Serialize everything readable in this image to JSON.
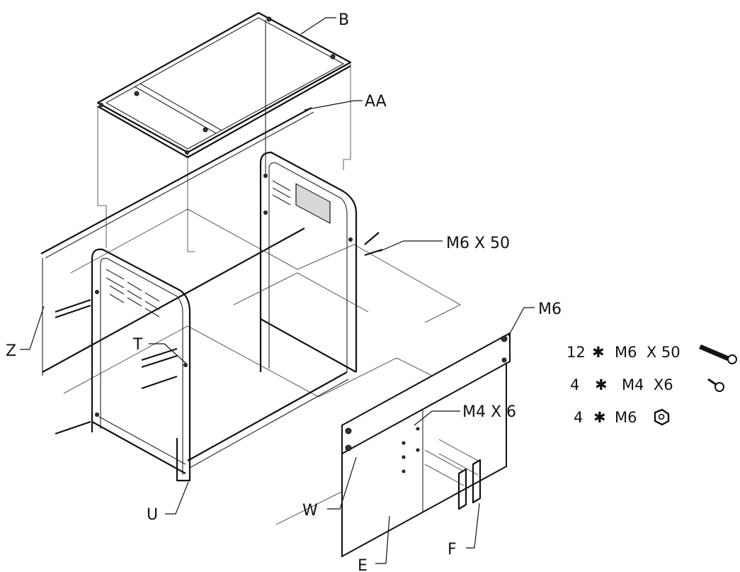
{
  "callouts": {
    "b": "B",
    "aa": "AA",
    "m6x50": "M6 X 50",
    "m6": "M6",
    "z": "Z",
    "t": "T",
    "m4x6": "M4 X 6",
    "u": "U",
    "w": "W",
    "f": "F",
    "e": "E"
  },
  "hardware": [
    {
      "qty": "12",
      "sep": "✱",
      "spec": "M6  X 50",
      "icon": "long-bolt-icon"
    },
    {
      "qty": "4",
      "sep": "✱",
      "spec": "M4  X6",
      "icon": "short-screw-icon"
    },
    {
      "qty": "4",
      "sep": "✱",
      "spec": "M6",
      "icon": "hex-nut-icon"
    }
  ]
}
